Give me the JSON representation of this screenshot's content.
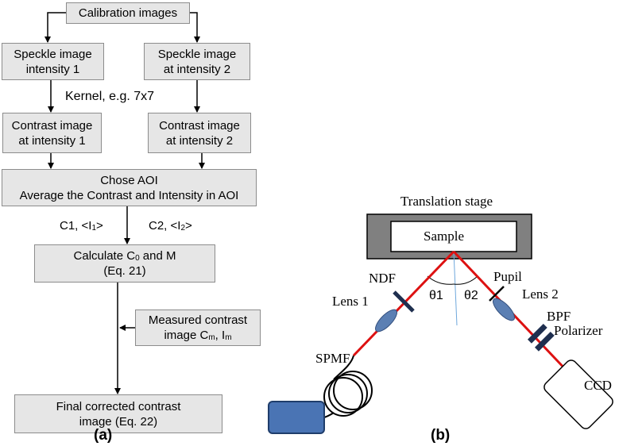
{
  "flowchart": {
    "calibration": "Calibration images",
    "speckle1": [
      "Speckle image",
      "intensity 1"
    ],
    "speckle2": [
      "Speckle image",
      "at intensity 2"
    ],
    "kernel": "Kernel, e.g. 7x7",
    "contrast1": [
      "Contrast image",
      "at intensity 1"
    ],
    "contrast2": [
      "Contrast image",
      "at intensity 2"
    ],
    "aoi": [
      "Chose AOI",
      "Average the Contrast and Intensity in AOI"
    ],
    "c1": {
      "pre": "C1, <I",
      "sub": "1",
      "post": ">"
    },
    "c2": {
      "pre": "C2, <I",
      "sub": "2",
      "post": ">"
    },
    "calc": {
      "pre": "Calculate C",
      "sub": "0",
      "post": " and M",
      "eq": "(Eq. 21)"
    },
    "measured": {
      "line1": "Measured contrast",
      "pre": "image C",
      "sub1": "m",
      "mid": ", I",
      "sub2": "m"
    },
    "final": [
      "Final corrected contrast",
      "image (Eq. 22)"
    ],
    "caption": "(a)"
  },
  "setup": {
    "translation_stage": "Translation stage",
    "sample": "Sample",
    "ndf": "NDF",
    "lens1": "Lens 1",
    "theta1": "θ1",
    "theta2": "θ2",
    "pupil": "Pupil",
    "lens2": "Lens 2",
    "bpf": "BPF",
    "polarizer": "Polarizer",
    "spmf": "SPMF",
    "ccd": "CCD",
    "caption": "(b)",
    "colors": {
      "beam": "#dd1111",
      "lens": "#5b7fb3",
      "source": "#4a74b4",
      "stage": "#7f7f7f"
    }
  }
}
